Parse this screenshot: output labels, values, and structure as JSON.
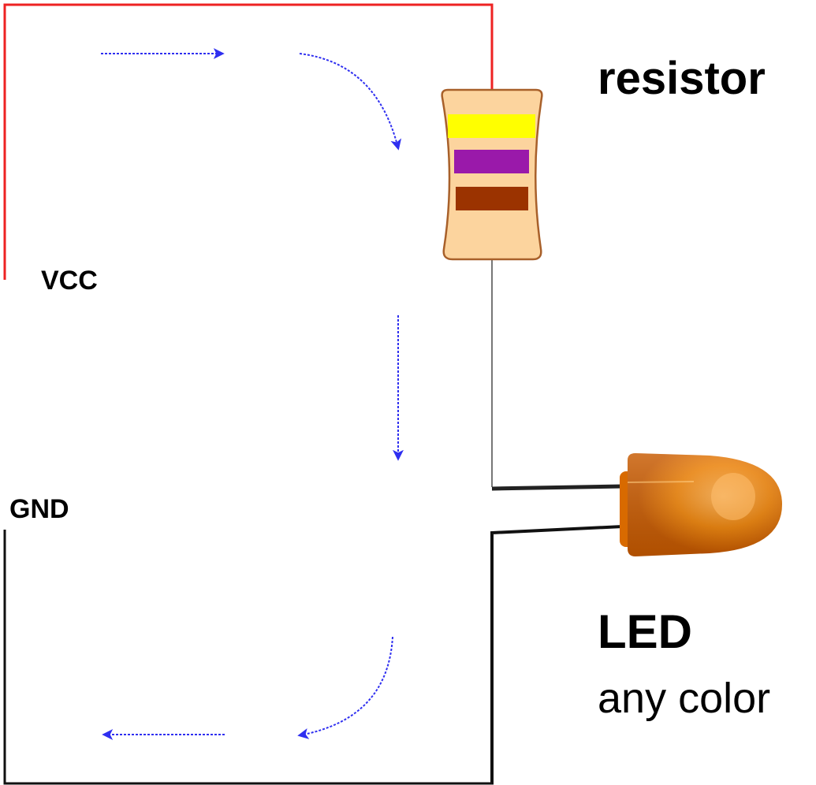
{
  "labels": {
    "vcc": "VCC",
    "gnd": "GND",
    "resistor": "resistor",
    "led": "LED",
    "led_sub": "any color"
  },
  "colors": {
    "vcc_wire": "#ee2222",
    "gnd_wire": "#111111",
    "lead_wire": "#777777",
    "current_arrow": "#2f2ff0",
    "resistor_body": "#fcd49e",
    "resistor_outline": "#a8602a",
    "band_1": "#ffff00",
    "band_2": "#9a19aa",
    "band_3": "#9b3300",
    "led_body": "#ee7a00"
  },
  "icons": {
    "resistor": "resistor-icon",
    "led": "led-icon",
    "current_flow": "dotted-arrow-icon"
  }
}
